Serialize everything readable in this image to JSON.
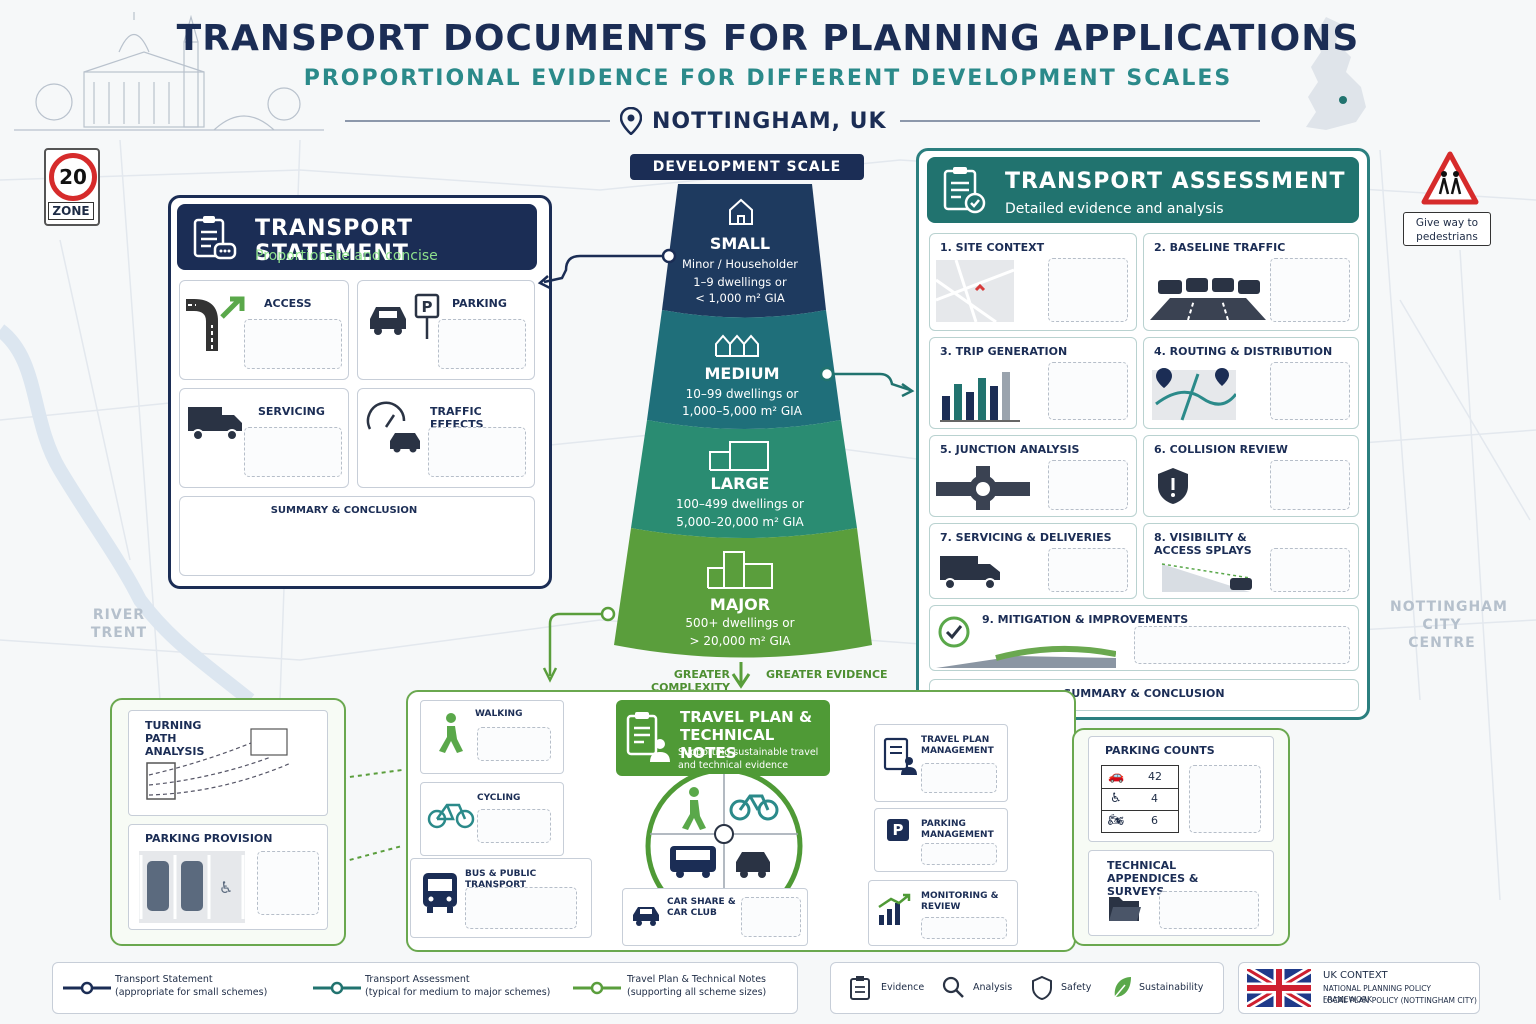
{
  "header": {
    "title": "TRANSPORT DOCUMENTS FOR PLANNING APPLICATIONS",
    "subtitle": "PROPORTIONAL EVIDENCE FOR DIFFERENT DEVELOPMENT SCALES",
    "location": "NOTTINGHAM, UK"
  },
  "signs": {
    "zone_number": "20",
    "zone_label": "ZONE",
    "give_way": "Give way to pedestrians"
  },
  "map_labels": {
    "river": "RIVER TRENT",
    "city": "NOTTINGHAM CITY CENTRE"
  },
  "transport_statement": {
    "title": "TRANSPORT STATEMENT",
    "subtitle": "Proportionate and concise",
    "items": [
      "ACCESS",
      "PARKING",
      "SERVICING",
      "TRAFFIC EFFECTS"
    ],
    "summary": "SUMMARY & CONCLUSION"
  },
  "development_scale": {
    "label": "DEVELOPMENT SCALE",
    "levels": [
      {
        "name": "SMALL",
        "desc1": "Minor / Householder",
        "desc2": "1–9 dwellings or",
        "desc3": "< 1,000 m² GIA"
      },
      {
        "name": "MEDIUM",
        "desc1": "10–99 dwellings or",
        "desc2": "1,000–5,000 m² GIA"
      },
      {
        "name": "LARGE",
        "desc1": "100–499 dwellings or",
        "desc2": "5,000–20,000 m² GIA"
      },
      {
        "name": "MAJOR",
        "desc1": "500+ dwellings or",
        "desc2": "> 20,000 m² GIA"
      }
    ],
    "left_caption": "GREATER COMPLEXITY",
    "right_caption": "GREATER EVIDENCE"
  },
  "transport_assessment": {
    "title": "TRANSPORT ASSESSMENT",
    "subtitle": "Detailed evidence and analysis",
    "items": [
      "1. SITE CONTEXT",
      "2. BASELINE TRAFFIC",
      "3. TRIP GENERATION",
      "4. ROUTING & DISTRIBUTION",
      "5. JUNCTION ANALYSIS",
      "6. COLLISION REVIEW",
      "7. SERVICING & DELIVERIES",
      "8. VISIBILITY & ACCESS SPLAYS",
      "9. MITIGATION & IMPROVEMENTS"
    ],
    "summary": "SUMMARY & CONCLUSION"
  },
  "travel_plan": {
    "title_line1": "TRAVEL PLAN &",
    "title_line2": "TECHNICAL NOTES",
    "sub_line1": "Supporting sustainable travel",
    "sub_line2": "and technical evidence",
    "left_items": [
      "WALKING",
      "CYCLING",
      "BUS & PUBLIC TRANSPORT"
    ],
    "car_share": "CAR SHARE & CAR CLUB",
    "right_items": [
      "TRAVEL PLAN MANAGEMENT",
      "PARKING MANAGEMENT",
      "MONITORING & REVIEW"
    ]
  },
  "left_docs": {
    "turning": "TURNING PATH ANALYSIS",
    "parking": "PARKING PROVISION"
  },
  "right_docs": {
    "parking_counts": "PARKING COUNTS",
    "counts": [
      "42",
      "4",
      "6"
    ],
    "appendices": "TECHNICAL APPENDICES & SURVEYS"
  },
  "legend": {
    "ts_line1": "Transport Statement",
    "ts_line2": "(appropriate for small schemes)",
    "ta_line1": "Transport Assessment",
    "ta_line2": "(typical for medium to major schemes)",
    "tp_line1": "Travel Plan & Technical Notes",
    "tp_line2": "(supporting all scheme sizes)",
    "icons": [
      "Evidence",
      "Analysis",
      "Safety",
      "Sustainability"
    ],
    "uk_title": "UK CONTEXT",
    "uk_line1": "NATIONAL PLANNING POLICY FRAMEWORK",
    "uk_line2": "LOCAL PLAN POLICY (NOTTINGHAM CITY)"
  },
  "colors": {
    "navy": "#1b2d55",
    "teal": "#21736f",
    "green": "#5a9e3c",
    "light_green": "#6aa84f"
  }
}
